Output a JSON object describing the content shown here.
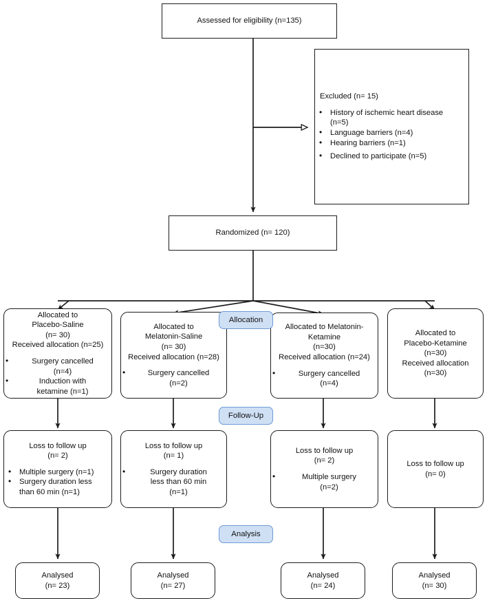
{
  "diagram": {
    "title": "CONSORT participant flow diagram",
    "accent_blue_fill": "#cfe0f5",
    "accent_blue_border": "#6d9ad4",
    "line_color": "#1c1c1c"
  },
  "enrollment": {
    "assessed": "Assessed for eligibility (n=135)",
    "randomized": "Randomized (n= 120)"
  },
  "excluded": {
    "heading": "Excluded (n= 15)",
    "reasons": [
      "History of ischemic heart disease\n(n=5)",
      "Language barriers (n=4)",
      "Hearing barriers (n=1)",
      "Declined to participate (n=5)"
    ]
  },
  "stage_labels": {
    "allocation": "Allocation",
    "follow_up": "Follow-Up",
    "analysis": "Analysis"
  },
  "allocation": [
    {
      "headline": "Allocated to\nPlacebo-Saline\n(n= 30)\nReceived allocation (n=25)",
      "bullets": [
        "Surgery cancelled\n(n=4)",
        "Induction with\nketamine (n=1)"
      ]
    },
    {
      "headline": "Allocated to\nMelatonin-Saline\n(n= 30)\nReceived allocation (n=28)",
      "bullets": [
        "Surgery cancelled\n(n=2)"
      ]
    },
    {
      "headline": "Allocated to Melatonin-\nKetamine\n(n=30)\nReceived allocation (n=24)",
      "bullets": [
        "Surgery cancelled\n(n=4)"
      ]
    },
    {
      "headline": "Allocated to\nPlacebo-Ketamine\n(n=30)\nReceived allocation (n=30)",
      "bullets": []
    }
  ],
  "follow_up": [
    {
      "headline": "Loss to follow up\n(n= 2)",
      "bullets": [
        "Multiple surgery (n=1)",
        "Surgery duration less\nthan 60 min (n=1)"
      ]
    },
    {
      "headline": "Loss to follow up\n(n= 1)",
      "bullets": [
        "Surgery duration\nless than 60 min\n(n=1)"
      ]
    },
    {
      "headline": "Loss to follow up\n(n= 2)",
      "bullets": [
        "Multiple surgery\n(n=2)"
      ]
    },
    {
      "headline": "Loss to follow up\n(n= 0)",
      "bullets": []
    }
  ],
  "analysis": [
    {
      "headline": "Analysed\n(n= 23)"
    },
    {
      "headline": "Analysed\n(n= 27)"
    },
    {
      "headline": "Analysed\n(n= 24)"
    },
    {
      "headline": "Analysed\n(n= 30)"
    }
  ]
}
